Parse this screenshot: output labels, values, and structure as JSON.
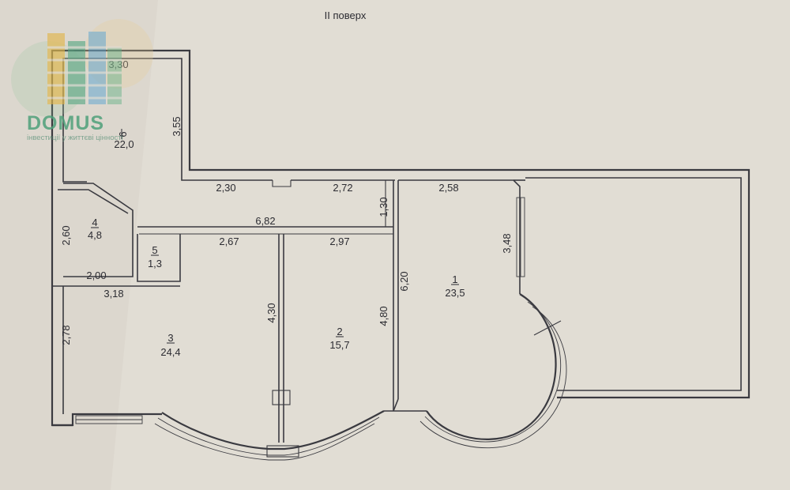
{
  "floor_title": "II поверх",
  "logo": {
    "name": "DOMUS",
    "tagline": "інвестиції у життєві цінності"
  },
  "rooms": [
    {
      "number": "1",
      "area": "23,5"
    },
    {
      "number": "2",
      "area": "15,7"
    },
    {
      "number": "3",
      "area": "24,4"
    },
    {
      "number": "4",
      "area": "4,8"
    },
    {
      "number": "5",
      "area": "1,3"
    },
    {
      "number": "6",
      "area": "22,0"
    }
  ],
  "dimensions": {
    "room6_top": "3,30",
    "room6_side": "3,55",
    "corridor_left": "2,30",
    "corridor_right": "2,72",
    "corridor_height": "1,30",
    "room1_top": "2,58",
    "room1_window_wall": "3,48",
    "room1_left": "6,20",
    "hall_length": "6,82",
    "room4_side": "2,60",
    "room4_bottom": "2,00",
    "room3_top_top": "2,67",
    "room2_top": "2,97",
    "room3_top": "3,18",
    "room3_side": "2,78",
    "room3_right": "4,30",
    "room2_right": "4,80"
  },
  "colors": {
    "paper": "#e1ddd4",
    "line": "#3a3a40",
    "logo_green": "#4fa07a"
  }
}
